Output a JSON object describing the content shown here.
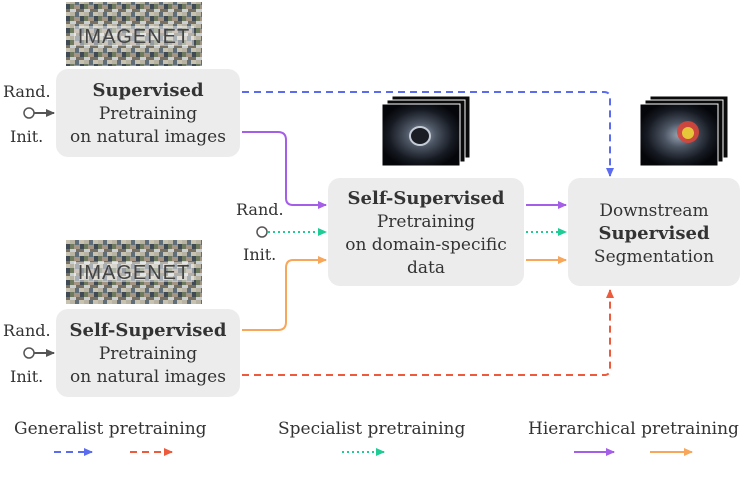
{
  "boxes": {
    "sup_nat": {
      "line1": "Supervised",
      "line2": "Pretraining",
      "line3": "on natural images"
    },
    "ssl_nat": {
      "line1": "Self-Supervised",
      "line2": "Pretraining",
      "line3": "on natural images"
    },
    "ssl_dom": {
      "line1": "Self-Supervised",
      "line2": "Pretraining",
      "line3": "on domain-specific",
      "line4": "data"
    },
    "downstream": {
      "line1": "Downstream",
      "line2": "Supervised",
      "line3": "Segmentation"
    }
  },
  "init": {
    "rand": "Rand.",
    "init": "Init."
  },
  "logos": {
    "imagenet_top": "IMAGENET",
    "imagenet_bottom": "IMAGENET"
  },
  "legend": {
    "generalist": "Generalist pretraining",
    "specialist": "Specialist pretraining",
    "hierarchical": "Hierarchical pretraining"
  },
  "colors": {
    "blue": "#5b6cf0",
    "red": "#ee5a3c",
    "green": "#1fcc95",
    "purple": "#a45ee8",
    "orange": "#f7a65a",
    "box": "#ececec",
    "arrow_gray": "#555555"
  }
}
